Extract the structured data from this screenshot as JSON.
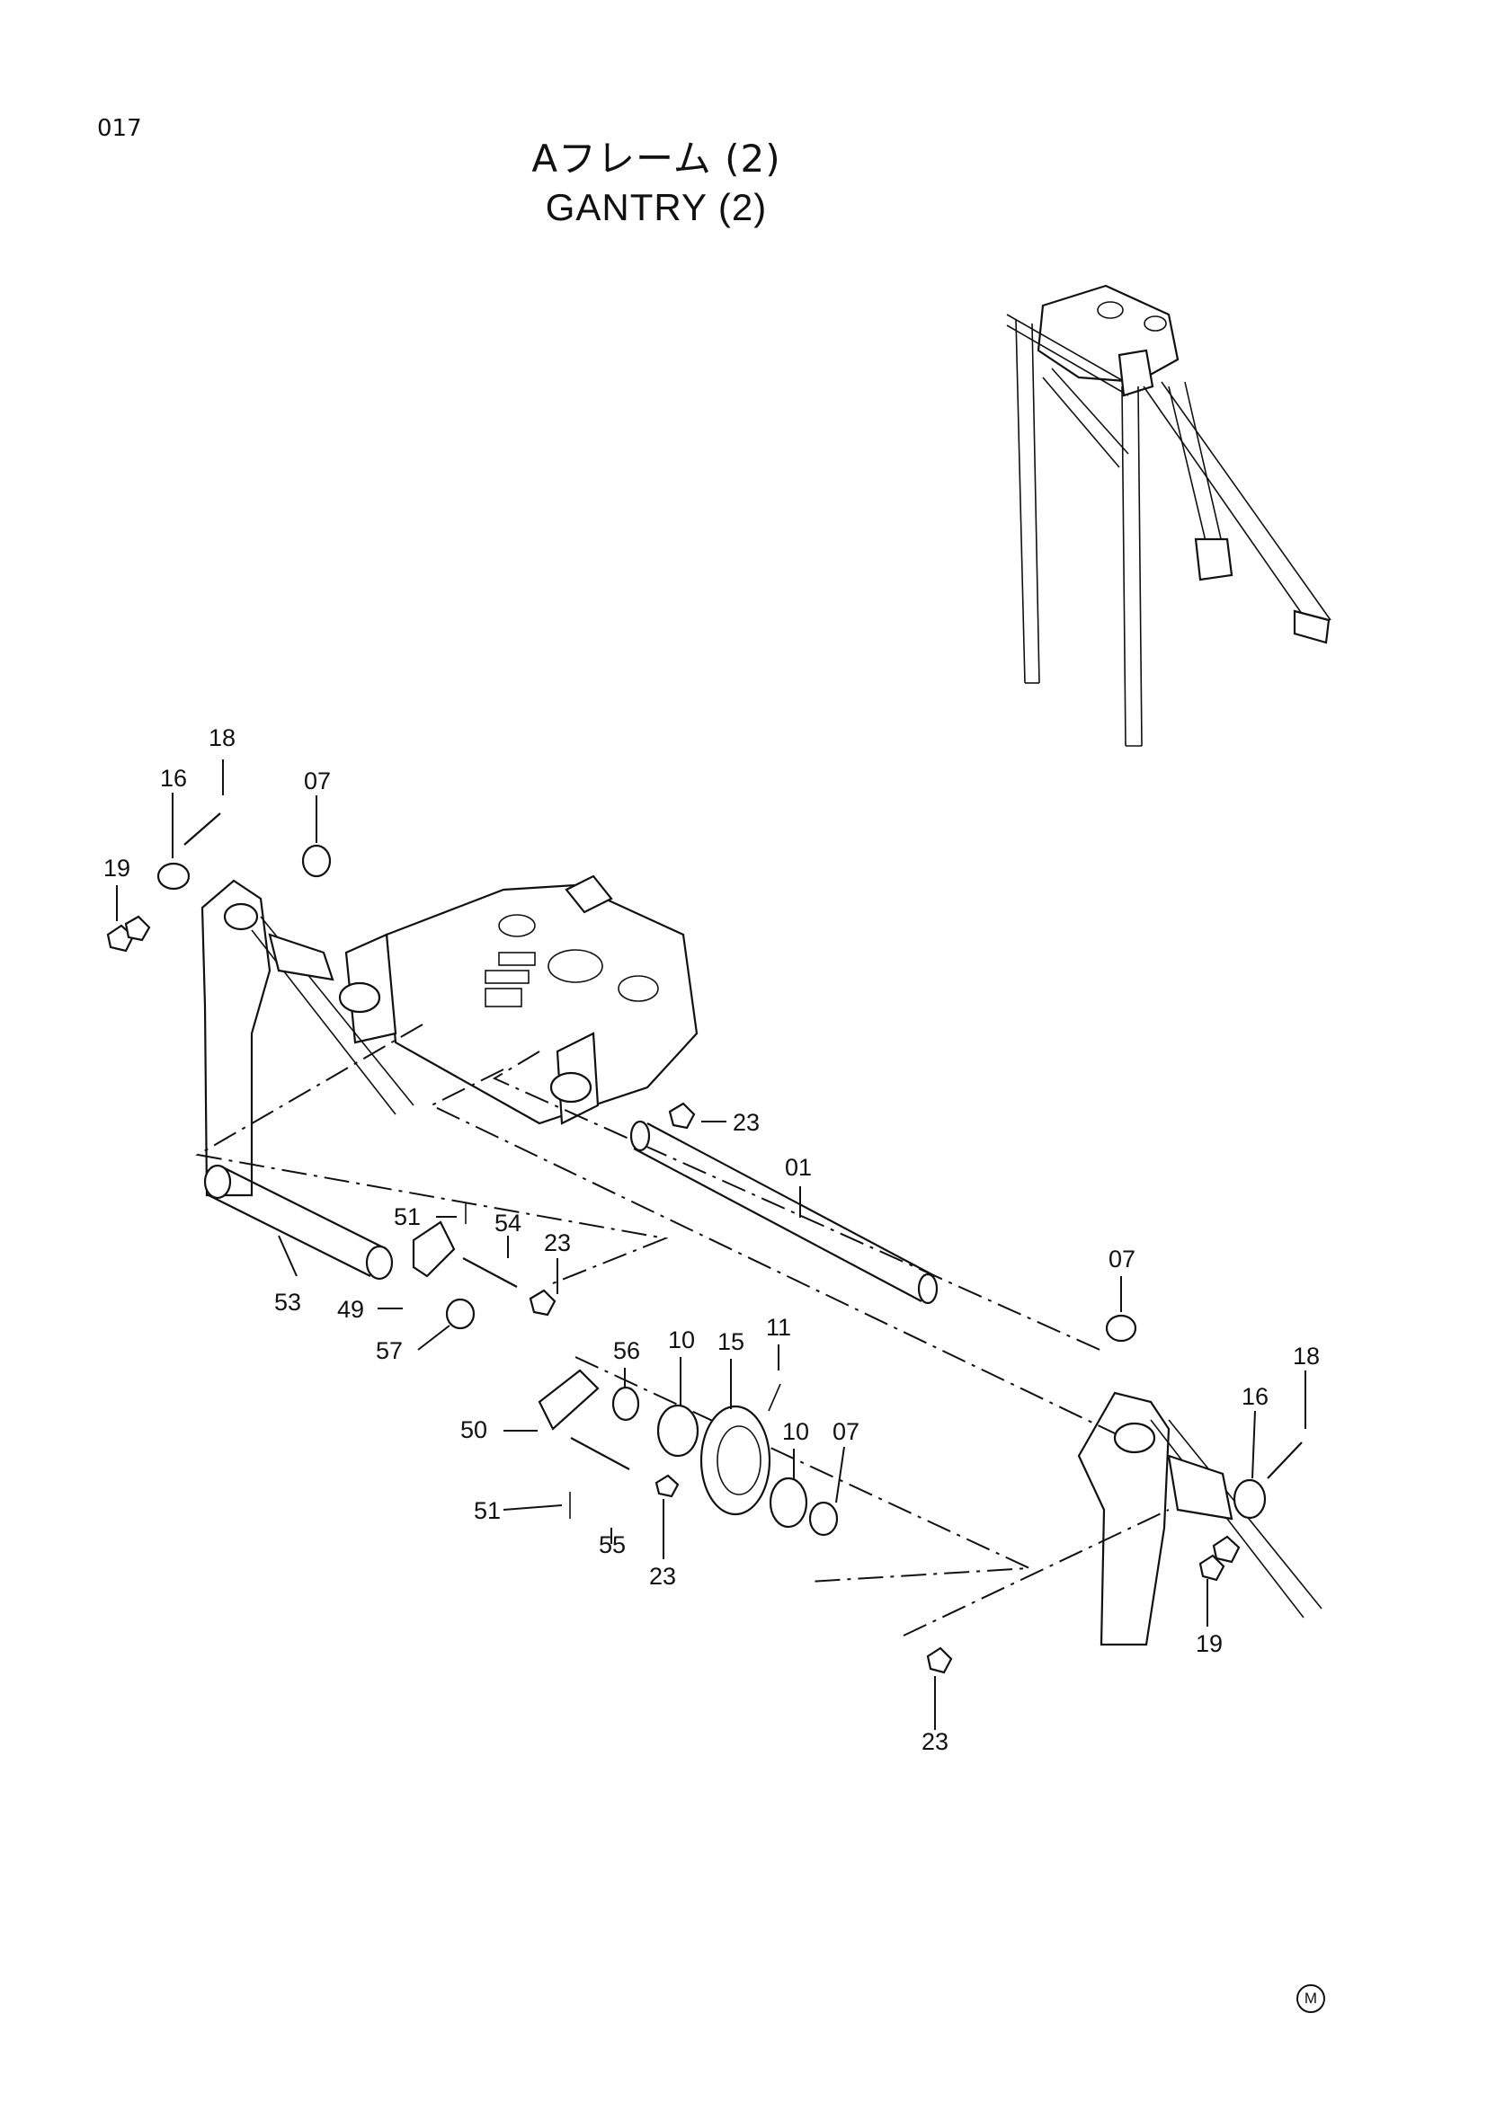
{
  "page": {
    "number": "017"
  },
  "title": {
    "japanese": "Aフレーム (2)",
    "english": "GANTRY (2)"
  },
  "mark": "M",
  "callouts": [
    {
      "id": "c18a",
      "label": "18"
    },
    {
      "id": "c16a",
      "label": "16"
    },
    {
      "id": "c07a",
      "label": "07"
    },
    {
      "id": "c19a",
      "label": "19"
    },
    {
      "id": "c23a",
      "label": "23"
    },
    {
      "id": "c01",
      "label": "01"
    },
    {
      "id": "c51a",
      "label": "51"
    },
    {
      "id": "c54",
      "label": "54"
    },
    {
      "id": "c23b",
      "label": "23"
    },
    {
      "id": "c53",
      "label": "53"
    },
    {
      "id": "c49",
      "label": "49"
    },
    {
      "id": "c57",
      "label": "57"
    },
    {
      "id": "c56",
      "label": "56"
    },
    {
      "id": "c10a",
      "label": "10"
    },
    {
      "id": "c15",
      "label": "15"
    },
    {
      "id": "c11",
      "label": "11"
    },
    {
      "id": "c50",
      "label": "50"
    },
    {
      "id": "c10b",
      "label": "10"
    },
    {
      "id": "c07b",
      "label": "07"
    },
    {
      "id": "c51b",
      "label": "51"
    },
    {
      "id": "c55",
      "label": "55"
    },
    {
      "id": "c23c",
      "label": "23"
    },
    {
      "id": "c07c",
      "label": "07"
    },
    {
      "id": "c18b",
      "label": "18"
    },
    {
      "id": "c16b",
      "label": "16"
    },
    {
      "id": "c19b",
      "label": "19"
    },
    {
      "id": "c23d",
      "label": "23"
    }
  ]
}
